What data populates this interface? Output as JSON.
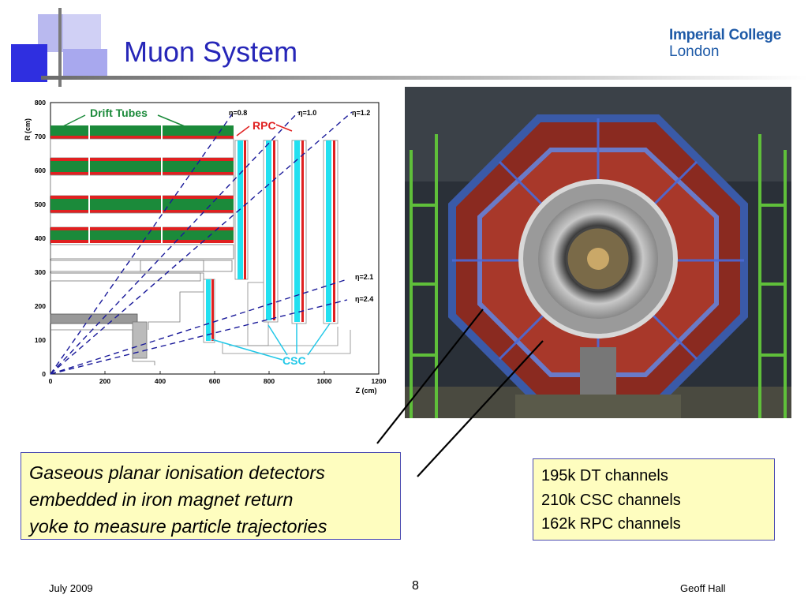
{
  "slide": {
    "title": "Muon System",
    "logo_line1": "Imperial College",
    "logo_line2": "London",
    "callout_lines": [
      "Gaseous planar ionisation detectors",
      "embedded in iron magnet return",
      "yoke to measure particle trajectories"
    ],
    "stats": [
      "195k DT channels",
      "210k CSC channels",
      "162k RPC channels"
    ],
    "footer_left": "July 2009",
    "page_number": "8",
    "footer_right": "Geoff Hall"
  },
  "diagram": {
    "ylabel": "R (cm)",
    "xlabel": "Z (cm)",
    "yticks": [
      "0",
      "100",
      "200",
      "300",
      "400",
      "500",
      "600",
      "700",
      "800"
    ],
    "xticks": [
      "0",
      "200",
      "400",
      "600",
      "800",
      "1000",
      "1200"
    ],
    "label_dt": "Drift Tubes",
    "label_rpc": "RPC",
    "label_csc": "CSC",
    "eta_labels": [
      "η=0.8",
      "η=1.0",
      "η=1.2",
      "η=2.1",
      "η=2.4"
    ]
  },
  "colors": {
    "title": "#2626b8",
    "logo": "#1e5aa7",
    "callout_bg": "#fefdbf",
    "drift_tubes": "#1b8a3a",
    "rpc": "#e02020",
    "csc": "#22e0f0",
    "eta_lines": "#1a1a9a"
  },
  "photo": {
    "description_icon": "cms-detector-photo"
  }
}
